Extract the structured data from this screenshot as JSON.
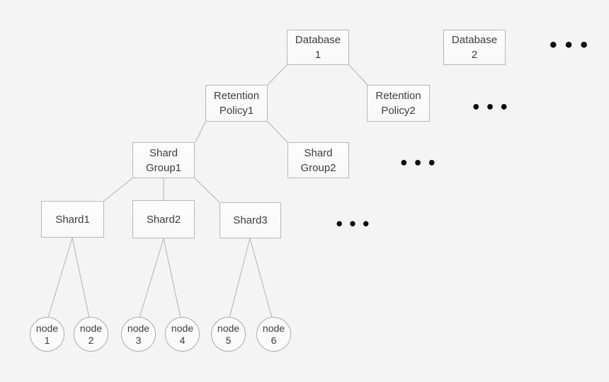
{
  "diagram": {
    "boxes": {
      "database1": {
        "line1": "Database",
        "line2": "1"
      },
      "database2": {
        "line1": "Database",
        "line2": "2"
      },
      "retention_policy1": {
        "line1": "Retention",
        "line2": "Policy1"
      },
      "retention_policy2": {
        "line1": "Retention",
        "line2": "Policy2"
      },
      "shard_group1": {
        "line1": "Shard",
        "line2": "Group1"
      },
      "shard_group2": {
        "line1": "Shard",
        "line2": "Group2"
      },
      "shard1": {
        "label": "Shard1"
      },
      "shard2": {
        "label": "Shard2"
      },
      "shard3": {
        "label": "Shard3"
      }
    },
    "nodes": {
      "node1": {
        "line1": "node",
        "line2": "1"
      },
      "node2": {
        "line1": "node",
        "line2": "2"
      },
      "node3": {
        "line1": "node",
        "line2": "3"
      },
      "node4": {
        "line1": "node",
        "line2": "4"
      },
      "node5": {
        "line1": "node",
        "line2": "5"
      },
      "node6": {
        "line1": "node",
        "line2": "6"
      }
    },
    "ellipsis": {
      "databases": "• • •",
      "retention_policies": "• • •",
      "shard_groups": "• • •",
      "shards": "• • •"
    },
    "colors": {
      "background": "#f5f4f4",
      "box_fill": "#fbfafa",
      "box_border": "#b8b6b6",
      "connector": "#b3b1b1",
      "text": "#3d3d3d",
      "ellipsis": "#0d0d0d"
    }
  }
}
